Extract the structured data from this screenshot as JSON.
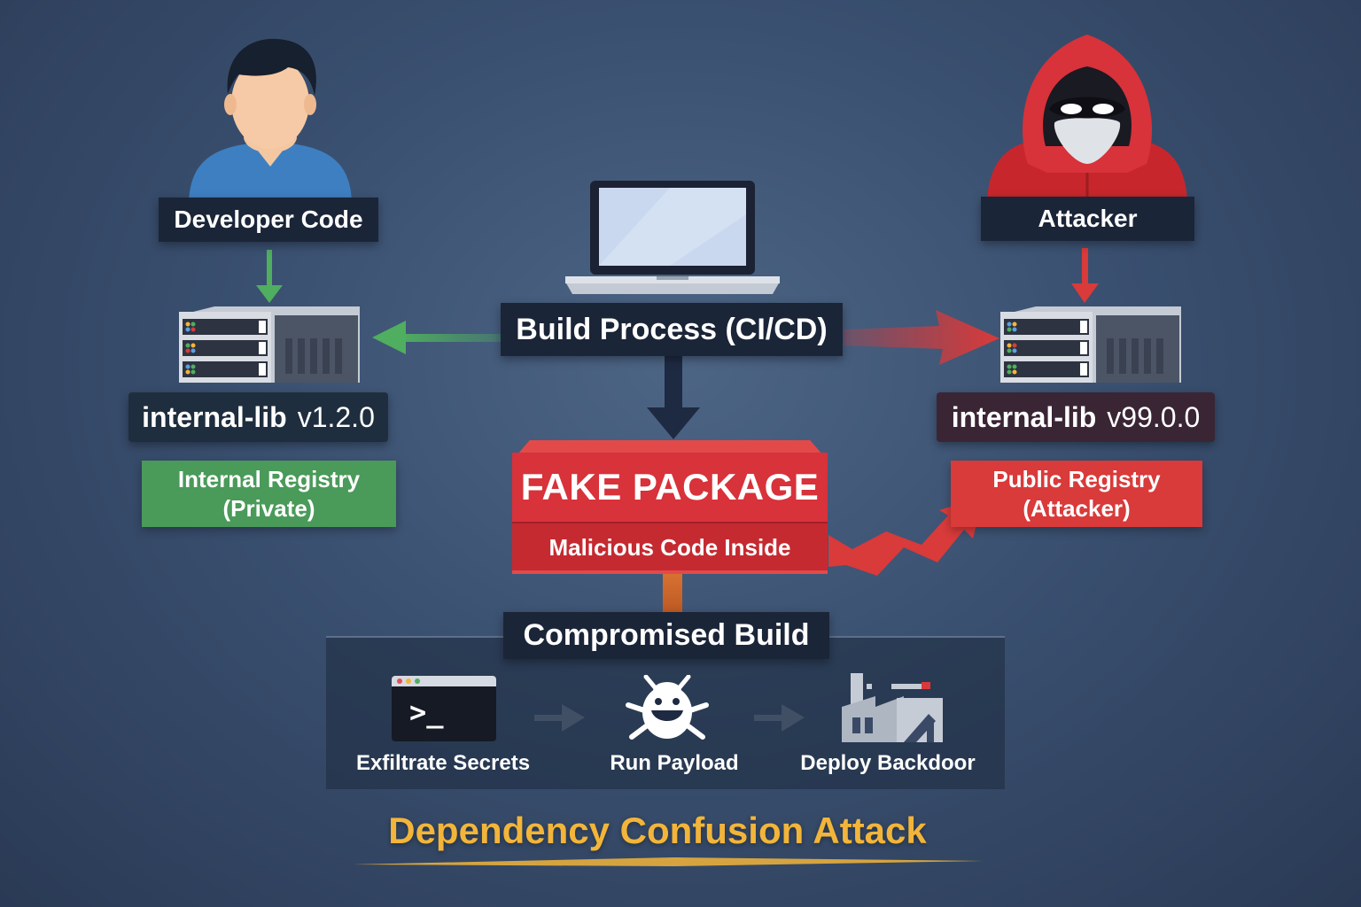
{
  "developer": {
    "label": "Developer Code"
  },
  "attacker": {
    "label": "Attacker"
  },
  "build": {
    "label": "Build Process (CI/CD)"
  },
  "internal": {
    "lib_name": "internal-lib",
    "lib_version": "v1.2.0",
    "registry_line1": "Internal Registry",
    "registry_line2": "(Private)"
  },
  "public": {
    "lib_name": "internal-lib",
    "lib_version": "v99.0.0",
    "registry_line1": "Public Registry",
    "registry_line2": "(Attacker)"
  },
  "fake_package": {
    "title": "FAKE PACKAGE",
    "subtitle": "Malicious Code Inside"
  },
  "compromised": {
    "title": "Compromised Build",
    "steps": [
      "Exfiltrate Secrets",
      "Run Payload",
      "Deploy Backdoor"
    ],
    "terminal_prompt": ">_"
  },
  "footer": {
    "title": "Dependency Confusion Attack"
  },
  "colors": {
    "green": "#4a9a5a",
    "red": "#d93a3a",
    "navy": "#1b2538",
    "gold": "#f2b53a"
  },
  "icons": [
    "developer-avatar-icon",
    "hacker-avatar-icon",
    "laptop-icon",
    "server-icon",
    "terminal-icon",
    "bug-icon",
    "factory-icon"
  ]
}
